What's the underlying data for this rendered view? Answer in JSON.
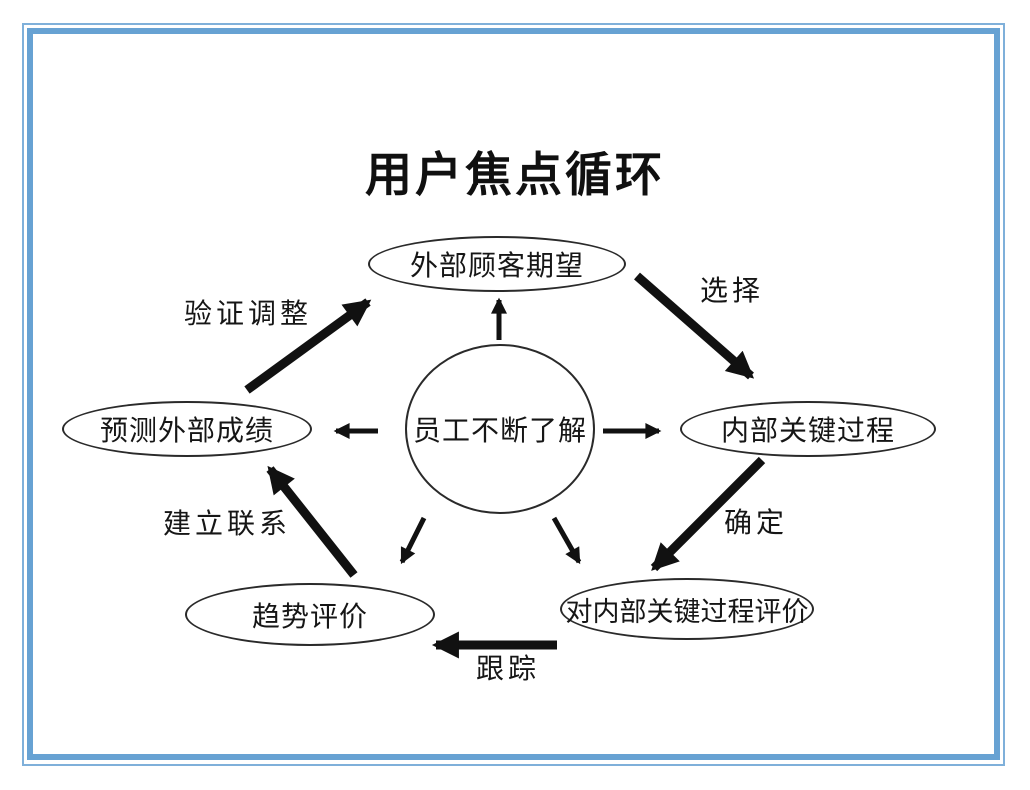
{
  "title": "用户焦点循环",
  "colors": {
    "frame_blue_inner": "#67A2D3",
    "frame_blue_outer": "#7FB0DA",
    "arrow_black": "#111111",
    "node_border": "#2a2a2a"
  },
  "nodes": {
    "top": {
      "label": "外部顾客期望"
    },
    "center": {
      "label": "员工不断了解"
    },
    "left": {
      "label": "预测外部成绩"
    },
    "right": {
      "label": "内部关键过程"
    },
    "bottom_left": {
      "label": "趋势评价"
    },
    "bottom_right": {
      "label": "对内部关键过程评价"
    }
  },
  "edges": [
    {
      "from": "left",
      "to": "top",
      "label": "验证调整",
      "style": "thick"
    },
    {
      "from": "top",
      "to": "right",
      "label": "选择",
      "style": "thick"
    },
    {
      "from": "right",
      "to": "bottom_right",
      "label": "确定",
      "style": "thick"
    },
    {
      "from": "bottom_right",
      "to": "bottom_left",
      "label": "跟踪",
      "style": "thick"
    },
    {
      "from": "bottom_left",
      "to": "left",
      "label": "建立联系",
      "style": "thick"
    },
    {
      "from": "center",
      "to": "top",
      "label": "",
      "style": "thin"
    },
    {
      "from": "center",
      "to": "left",
      "label": "",
      "style": "thin"
    },
    {
      "from": "center",
      "to": "right",
      "label": "",
      "style": "thin"
    },
    {
      "from": "center",
      "to": "bottom_left",
      "label": "",
      "style": "thin"
    },
    {
      "from": "center",
      "to": "bottom_right",
      "label": "",
      "style": "thin"
    }
  ]
}
